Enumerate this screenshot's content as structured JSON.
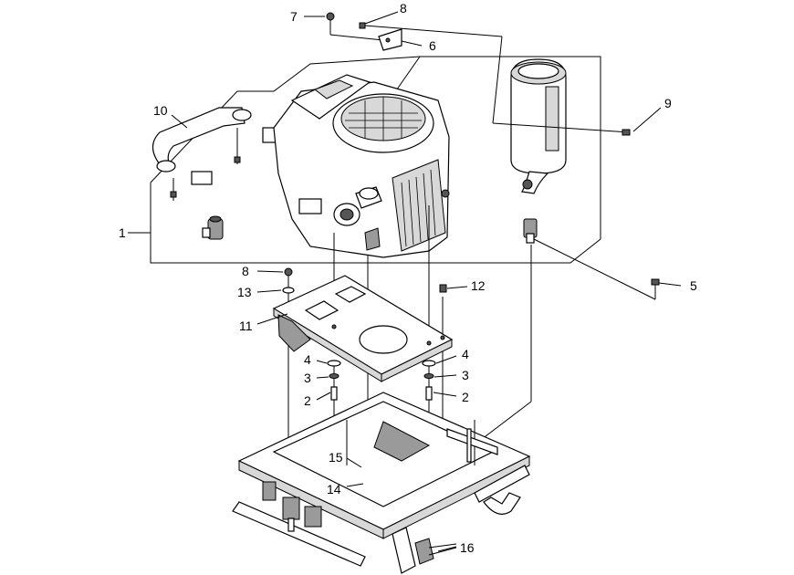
{
  "diagram": {
    "callouts": [
      "1",
      "2",
      "2",
      "3",
      "3",
      "4",
      "4",
      "5",
      "6",
      "7",
      "8",
      "8",
      "9",
      "10",
      "11",
      "12",
      "13",
      "14",
      "15",
      "16"
    ]
  }
}
